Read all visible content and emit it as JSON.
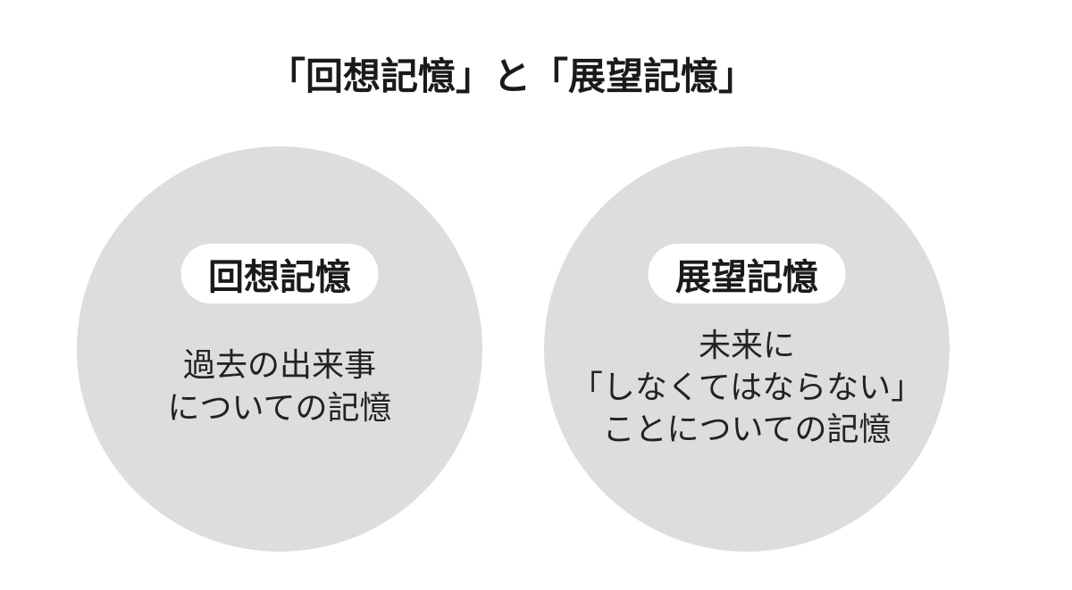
{
  "title": "「回想記憶」と「展望記憶」",
  "colors": {
    "background": "#ffffff",
    "circle_fill": "#dcdddd",
    "pill_fill": "#ffffff",
    "text": "#1a1a1a"
  },
  "circles": [
    {
      "label": "回想記憶",
      "description_lines": [
        "過去の出来事",
        "についての記憶"
      ]
    },
    {
      "label": "展望記憶",
      "description_lines": [
        "未来に",
        "「しなくてはならない」",
        "ことについての記憶"
      ]
    }
  ]
}
